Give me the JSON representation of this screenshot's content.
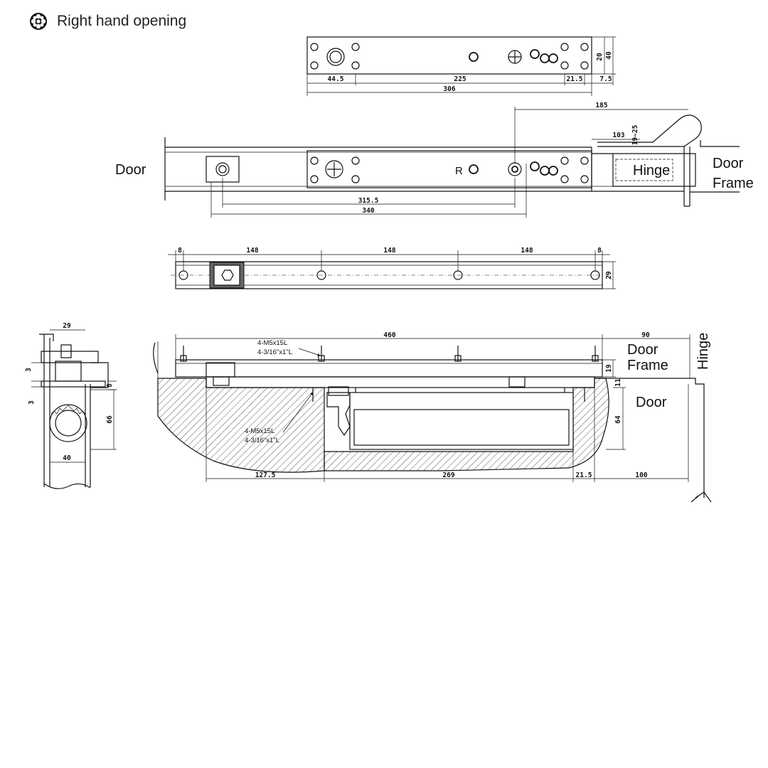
{
  "header": {
    "title": "Right hand opening",
    "icon": "gear-icon"
  },
  "labels": {
    "door_mid": "Door",
    "hinge_mid": "Hinge",
    "door_frame_mid_1": "Door",
    "door_frame_mid_2": "Frame",
    "door_frame_bot_1": "Door",
    "door_frame_bot_2": "Frame",
    "hinge_vertical": "Hinge",
    "door_bot": "Door",
    "r_mark": "R"
  },
  "dimensions": {
    "top_20": "20",
    "top_40": "40",
    "top_44_5": "44.5",
    "top_225": "225",
    "top_21_5": "21.5",
    "top_7_5": "7.5",
    "top_306": "306",
    "mid_185": "185",
    "mid_103": "103",
    "mid_19_25": "19~25",
    "mid_315_5": "315.5",
    "mid_340": "340",
    "rail_8_left": "8",
    "rail_148_a": "148",
    "rail_148_b": "148",
    "rail_148_c": "148",
    "rail_8_right": "8",
    "rail_29": "29",
    "sec_29": "29",
    "sec_3_top": "3",
    "sec_3_bot": "3",
    "sec_8": "8",
    "sec_66": "66",
    "sec_40": "40",
    "bot_460": "460",
    "bot_90": "90",
    "bot_19": "19",
    "bot_11": "11",
    "bot_64": "64",
    "bot_127_5": "127.5",
    "bot_269": "269",
    "bot_21_5": "21.5",
    "bot_100": "100"
  },
  "notes": {
    "screw_top_1": "4-M5x15L",
    "screw_top_2": "4-3/16\"x1\"L",
    "screw_bot_1": "4-M5x15L",
    "screw_bot_2": "4-3/16\"x1\"L"
  }
}
